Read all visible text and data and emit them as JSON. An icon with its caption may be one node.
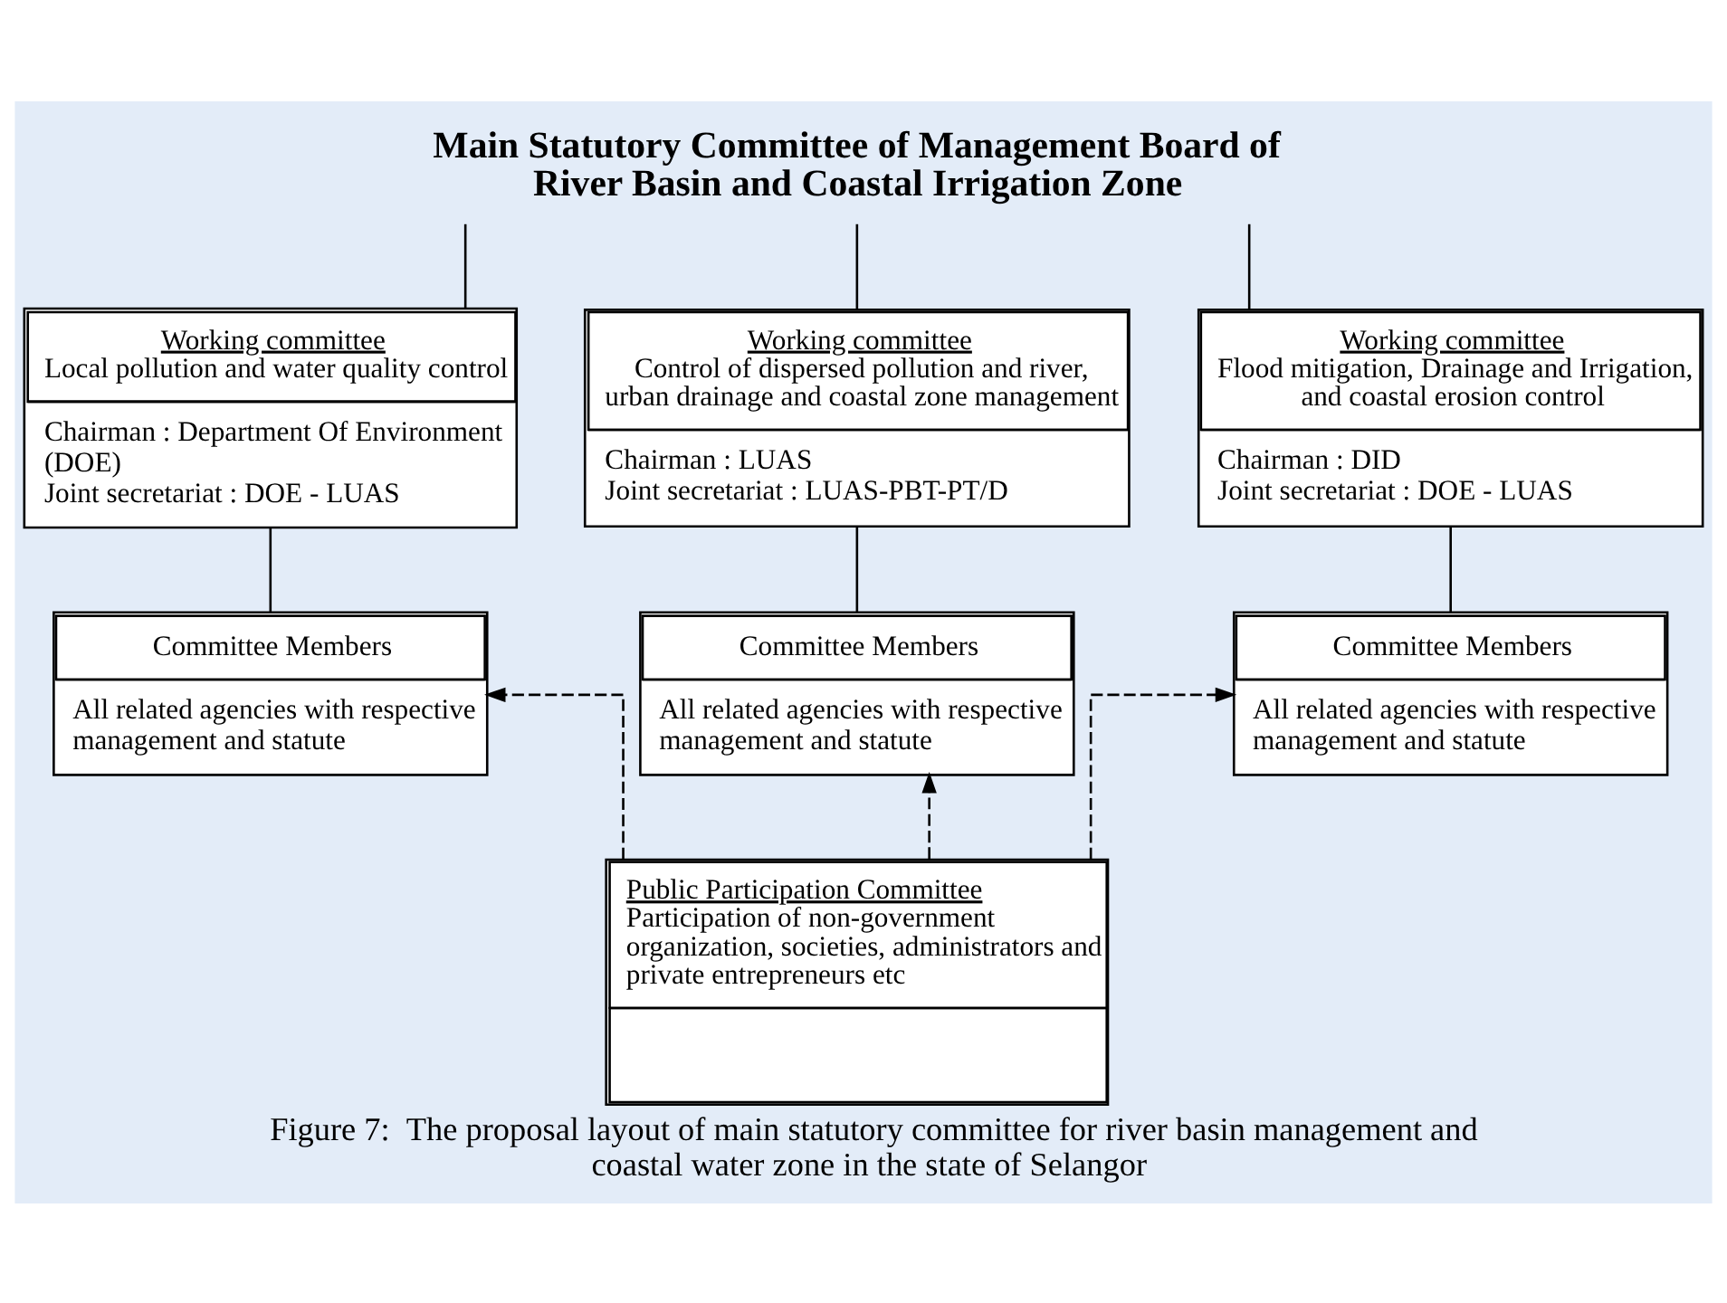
{
  "diagram": {
    "caption": "Figure 7:  The proposal layout of main statutory committee for river basin management and coastal water zone in the state of Selangor",
    "nodes": [
      {
        "text": [
          "Main Statutory Committee of Management Board of River Basin and Coastal Irrigation Zone"
        ]
      },
      {
        "text": [
          "Working committee",
          "Local pollution and water quality control",
          "Chairman : Department Of Environment (DOE)",
          "Joint secretariat : DOE - LUAS"
        ]
      },
      {
        "text": [
          "Working committee",
          "Control of dispersed pollution and river, urban drainage and coastal zone management",
          "Chairman : LUAS",
          "Joint secretariat : LUAS-PBT-PT/D"
        ]
      },
      {
        "text": [
          "Working committee",
          "Flood mitigation, Drainage and Irrigation, and coastal erosion control",
          "Chairman : DID",
          "Joint secretariat : DOE - LUAS"
        ]
      },
      {
        "text": [
          "Committee Members",
          "All related agencies with respective management and statute"
        ]
      },
      {
        "text": [
          "Committee Members",
          "All related agencies with respective management and statute"
        ]
      },
      {
        "text": [
          "Committee Members",
          "All related agencies with respective management and statute"
        ]
      },
      {
        "text": [
          "Public Participation Committee",
          "Participation of non-government organization, societies, administrators and private entrepreneurs etc"
        ]
      }
    ],
    "edges": [
      {
        "from": 0,
        "to": 1,
        "arrow": "none"
      },
      {
        "from": 0,
        "to": 2,
        "arrow": "none"
      },
      {
        "from": 0,
        "to": 3,
        "arrow": "none"
      },
      {
        "from": 1,
        "to": 4,
        "arrow": "none"
      },
      {
        "from": 2,
        "to": 5,
        "arrow": "none"
      },
      {
        "from": 3,
        "to": 6,
        "arrow": "none"
      },
      {
        "from": 7,
        "to": 4,
        "arrow": "to",
        "style": "dashed"
      },
      {
        "from": 7,
        "to": 5,
        "arrow": "to",
        "style": "dashed"
      },
      {
        "from": 7,
        "to": 6,
        "arrow": "to",
        "style": "dashed"
      }
    ]
  }
}
